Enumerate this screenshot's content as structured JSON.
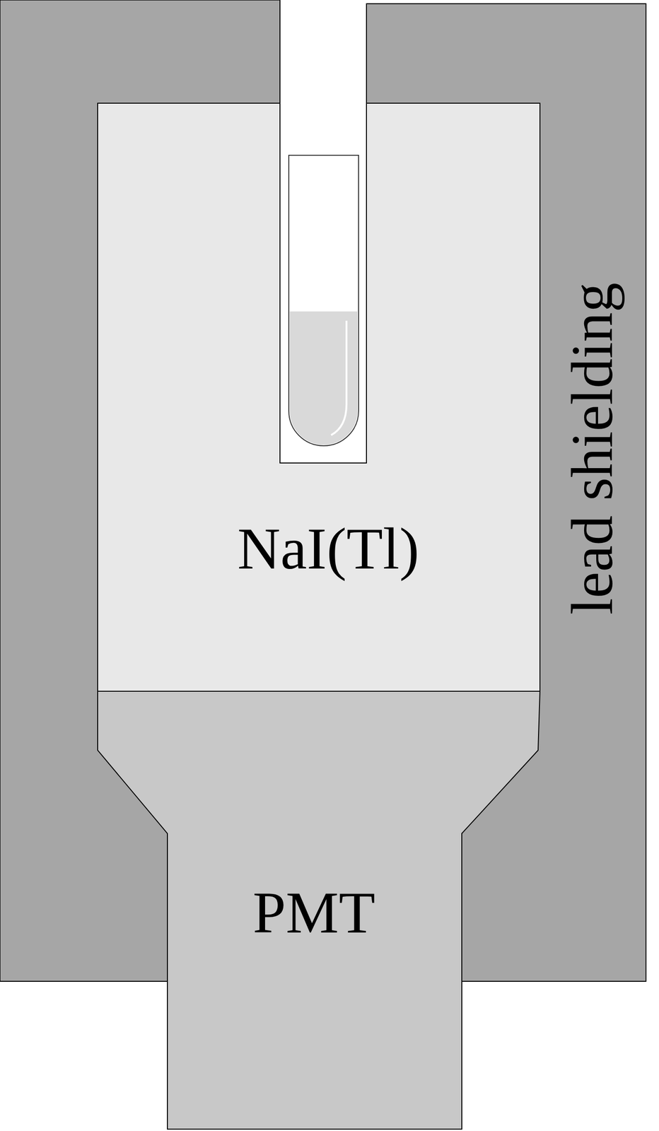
{
  "diagram": {
    "nodes": [
      {
        "text": [
          "lead shielding"
        ]
      },
      {
        "text": [
          "NaI(Tl)"
        ],
        "in": 0
      },
      {
        "text": [
          "PMT"
        ]
      }
    ]
  }
}
